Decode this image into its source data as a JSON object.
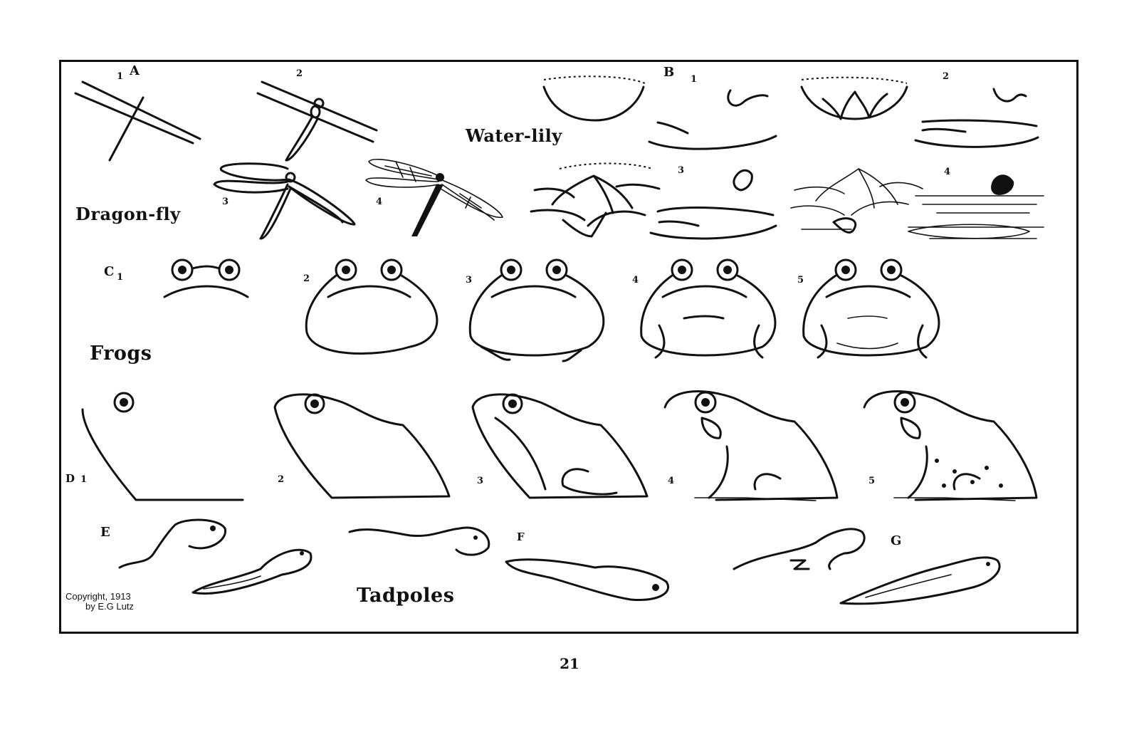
{
  "plate": {
    "titles": {
      "dragonfly": "Dragon-fly",
      "waterlily": "Water-lily",
      "frogs": "Frogs",
      "tadpoles": "Tadpoles"
    },
    "section_letters": [
      "A",
      "B",
      "C",
      "D",
      "E",
      "F",
      "G"
    ],
    "dragonfly_steps": [
      "1",
      "2",
      "3",
      "4"
    ],
    "waterlily_steps": [
      "1",
      "2",
      "3",
      "4"
    ],
    "frog_front_steps": [
      "1",
      "2",
      "3",
      "4",
      "5"
    ],
    "frog_side_steps": [
      "1",
      "2",
      "3",
      "4",
      "5"
    ],
    "copyright": {
      "line1": "Copyright, 1913",
      "line2": "by E.G Lutz"
    }
  },
  "page_number": "21"
}
